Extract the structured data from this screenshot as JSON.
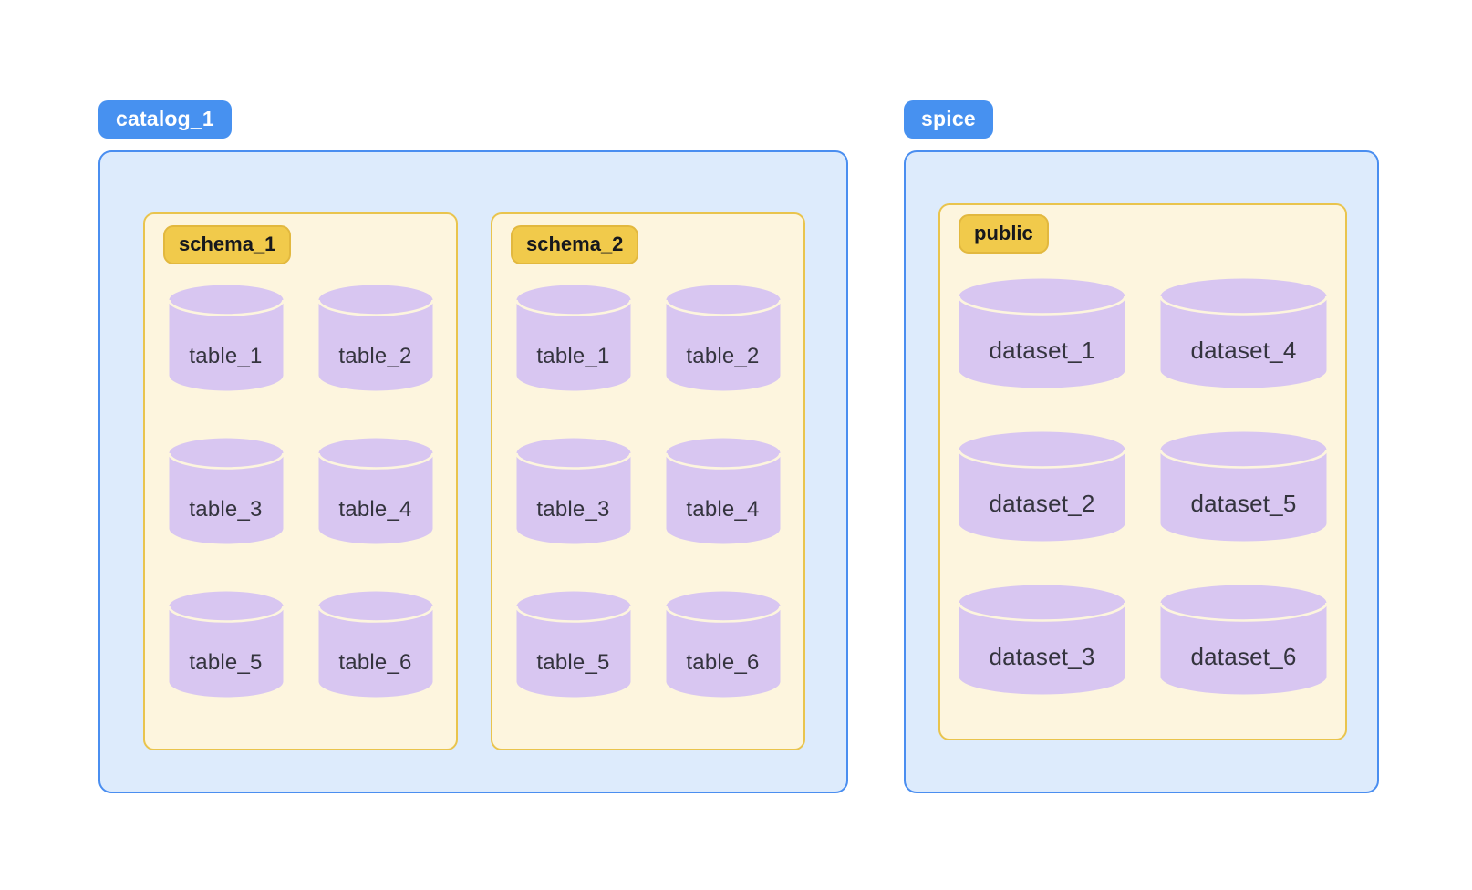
{
  "palette": {
    "page_bg": "#ffffff",
    "blue_badge_bg": "#4791f0",
    "blue_badge_text": "#ffffff",
    "blue_container_bg": "#ddebfc",
    "blue_container_border": "#4a8ef0",
    "cream_bg": "#fdf5de",
    "cream_border": "#e9c44d",
    "yellow_badge_bg": "#f1ca4b",
    "yellow_badge_border": "#e2b83e",
    "yellow_badge_text": "#16181d",
    "cylinder_fill": "#d8c6f1",
    "cylinder_label": "#34343e"
  },
  "catalogs": [
    {
      "label": "catalog_1",
      "schemas": [
        {
          "label": "schema_1",
          "items": [
            "table_1",
            "table_2",
            "table_3",
            "table_4",
            "table_5",
            "table_6"
          ]
        },
        {
          "label": "schema_2",
          "items": [
            "table_1",
            "table_2",
            "table_3",
            "table_4",
            "table_5",
            "table_6"
          ]
        }
      ]
    },
    {
      "label": "spice",
      "schemas": [
        {
          "label": "public",
          "items": [
            "dataset_1",
            "dataset_4",
            "dataset_2",
            "dataset_5",
            "dataset_3",
            "dataset_6"
          ]
        }
      ]
    }
  ]
}
